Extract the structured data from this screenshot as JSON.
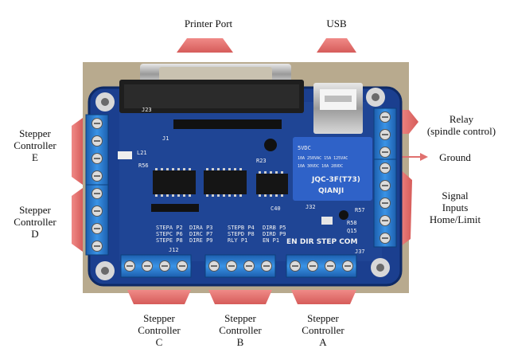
{
  "labels": {
    "printer_port": "Printer Port",
    "usb": "USB",
    "relay": [
      "Relay",
      "(spindle control)"
    ],
    "ground": "Ground",
    "signal_inputs": [
      "Signal",
      "Inputs",
      "Home/Limit"
    ],
    "stepper_e": [
      "Stepper",
      "Controller",
      "E"
    ],
    "stepper_d": [
      "Stepper",
      "Controller",
      "D"
    ],
    "stepper_c": [
      "Stepper",
      "Controller",
      "C"
    ],
    "stepper_b": [
      "Stepper",
      "Controller",
      "B"
    ],
    "stepper_a": [
      "Stepper",
      "Controller",
      "A"
    ]
  },
  "board_markings": {
    "relay_model": "JQC-3F(T73)",
    "relay_brand": "QIANJI",
    "relay_rating_1": "10A 250VAC 15A 125VAC",
    "relay_rating_2": "10A 30VDC 10A 28VDC",
    "relay_coil": "5VDC",
    "bottom_pins": "EN DIR STEP COM",
    "pin_table_left": [
      "STEPA P2",
      "STEPC P6",
      "STEPE P8"
    ],
    "pin_table_mid": [
      "DIRA P3",
      "DIRC P7",
      "DIRE P9"
    ],
    "pin_table_right": [
      "STEPB P4",
      "STEPD P8",
      "RLY P1"
    ],
    "pin_table_far": [
      "DIRB P5",
      "DIRD P9",
      "EN P1"
    ],
    "refs": [
      "J23",
      "J1",
      "C40",
      "J32",
      "R56",
      "L21",
      "R23",
      "R58",
      "Q15",
      "R57",
      "J12",
      "J37"
    ]
  },
  "colors": {
    "arrow": "#e0716f",
    "board": "#1b3f8f",
    "terminal": "#2a7fd4",
    "text": "#111111"
  }
}
